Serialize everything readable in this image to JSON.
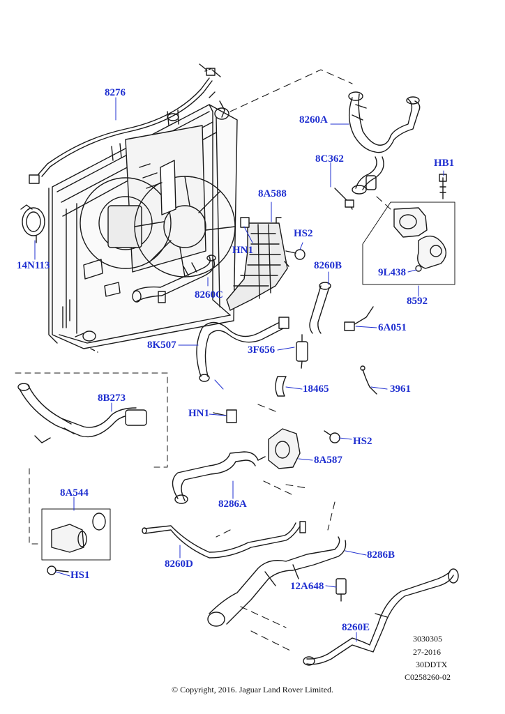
{
  "diagram": {
    "accent_color": "#1f2fd0",
    "line_color": "#1a1a1a",
    "callouts": {
      "p8276": "8276",
      "p14N113": "14N113",
      "p8A588": "8A588",
      "pHN1a": "HN1",
      "pHS2a": "HS2",
      "p8260C": "8260C",
      "p8260B": "8260B",
      "p8260A": "8260A",
      "p8C362": "8C362",
      "pHB1": "HB1",
      "p9L438": "9L438",
      "p8592": "8592",
      "p6A051": "6A051",
      "p8K507": "8K507",
      "p3F656": "3F656",
      "p18465": "18465",
      "p3961": "3961",
      "p8B273": "8B273",
      "pHN1b": "HN1",
      "pHS2b": "HS2",
      "p8A587": "8A587",
      "p8A544": "8A544",
      "p8286A": "8286A",
      "pHS1": "HS1",
      "p8260D": "8260D",
      "p8286B": "8286B",
      "p12A648": "12A648",
      "p8260E": "8260E"
    },
    "reference_block": [
      "3030305",
      "27-2016",
      "30DDTX",
      "C0258260-02"
    ],
    "copyright": "© Copyright, 2016. Jaguar Land Rover Limited."
  }
}
